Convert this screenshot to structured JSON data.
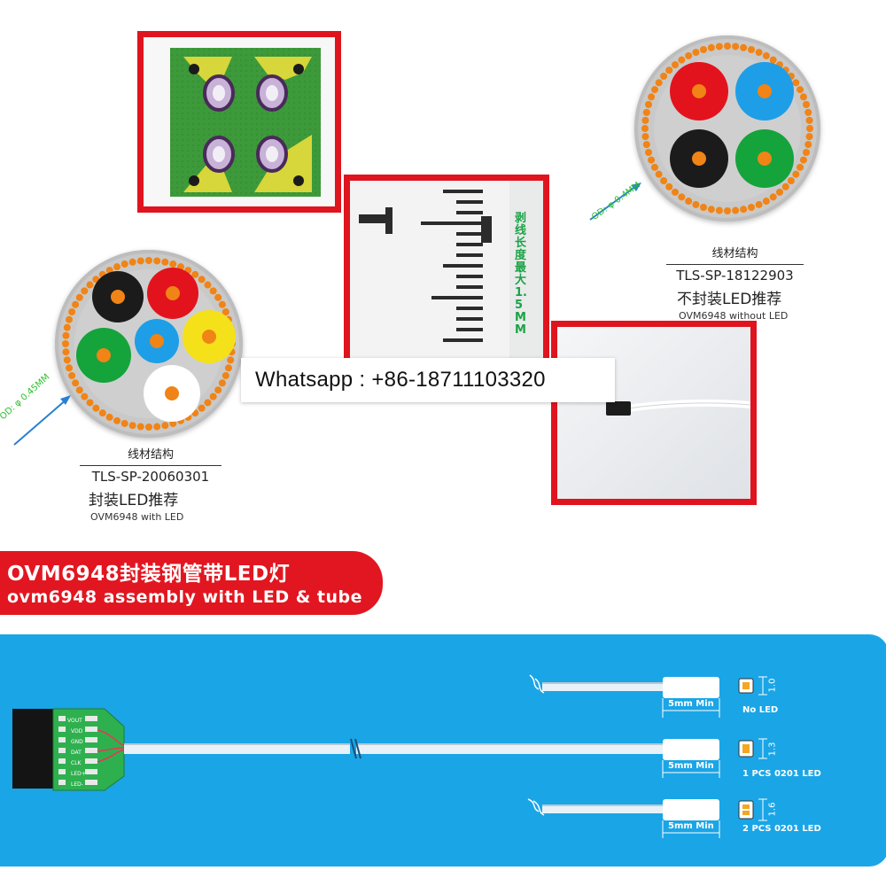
{
  "whatsapp": "Whatsapp : +86-18711103320",
  "ruler_note": "剥线长度最大1.5MM",
  "cable_left": {
    "od_label": "OD: φ 0.45MM",
    "structure_title": "线材结构",
    "code": "TLS-SP-20060301",
    "recommendation": "封装LED推荐",
    "model_note": "OVM6948 with LED",
    "cores": [
      "black",
      "red",
      "green",
      "blue",
      "yellow",
      "white"
    ]
  },
  "cable_right": {
    "od_label": "OD: φ 0.4MM",
    "structure_title": "线材结构",
    "code": "TLS-SP-18122903",
    "recommendation": "不封装LED推荐",
    "model_note": "OVM6948 without LED",
    "cores": [
      "red",
      "blue",
      "black",
      "green"
    ]
  },
  "section": {
    "title_cn": "OVM6948封装钢管带LED灯",
    "title_en": "ovm6948 assembly with LED & tube"
  },
  "pcb_pins": [
    "VOUT",
    "VDD",
    "GND",
    "DAT",
    "CLK",
    "LED+",
    "LED-"
  ],
  "variants": [
    {
      "tip_label": "5mm Min",
      "size": "1.0",
      "led_label": "No LED"
    },
    {
      "tip_label": "5mm Min",
      "size": "1.3",
      "led_label": "1 PCS 0201 LED"
    },
    {
      "tip_label": "5mm Min",
      "size": "1.6",
      "led_label": "2 PCS 0201 LED"
    }
  ],
  "colors": {
    "accent_red": "#e21620",
    "panel_blue": "#1aa5e6",
    "braid_orange": "#f08416",
    "od_green": "#2bbf2b"
  }
}
